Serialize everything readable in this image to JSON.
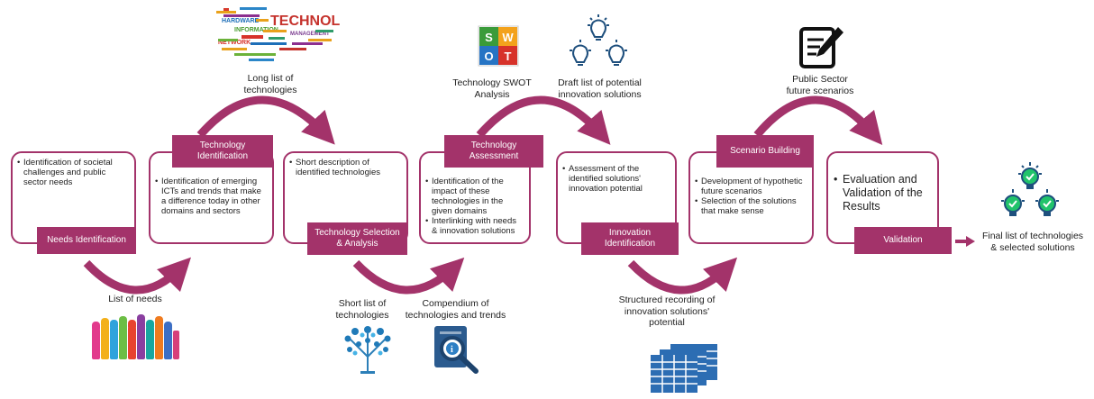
{
  "colors": {
    "accent": "#a3336a",
    "bulb": "#1e4f7d",
    "bulb_green": "#21c36b"
  },
  "stages": [
    {
      "label": "Needs Identification",
      "bullets": [
        "Identification of societal challenges and public sector needs"
      ]
    },
    {
      "label": "Technology\nIdentification",
      "bullets": [
        "Identification of emerging ICTs and trends that make a difference today in other domains and sectors"
      ]
    },
    {
      "label": "Technology Selection\n& Analysis",
      "bullets": [
        "Short description of identified technologies"
      ]
    },
    {
      "label": "Technology\nAssessment",
      "bullets": [
        "Identification of the impact of these technologies in the given domains",
        "Interlinking with needs & innovation solutions"
      ]
    },
    {
      "label": "Innovation\nIdentification",
      "bullets": [
        "Assessment of the identified solutions' innovation potential"
      ]
    },
    {
      "label": "Scenario Building",
      "bullets": [
        "Development of hypothetic future scenarios",
        "Selection of the solutions that make sense"
      ]
    },
    {
      "label": "Validation",
      "bullets": [
        "Evaluation and Validation of the Results"
      ]
    }
  ],
  "outputs": {
    "long_list": "Long list of\ntechnologies",
    "list_of_needs": "List of needs",
    "short_list": "Short list of\ntechnologies",
    "compendium": "Compendium of\ntechnologies and trends",
    "swot": "Technology SWOT\nAnalysis",
    "draft_list": "Draft list of potential\ninnovation solutions",
    "structured": "Structured recording of\ninnovation solutions'\npotential",
    "future_scenarios": "Public Sector\nfuture scenarios",
    "final_list": "Final list of technologies\n& selected solutions"
  },
  "word_cloud": {
    "main": "TECHNOLOGY",
    "minor": [
      "HARDWARE",
      "INFORMATION",
      "NETWORK",
      "MANAGEMENT"
    ]
  },
  "swot_letters": [
    "S",
    "W",
    "O",
    "T"
  ],
  "icons": [
    "word-cloud-icon",
    "raised-hands-icon",
    "tech-tree-icon",
    "magnifier-document-icon",
    "swot-icon",
    "lightbulbs-icon",
    "spreadsheet-icon",
    "pencil-notepad-icon",
    "green-lightbulbs-icon",
    "arrow-icon"
  ]
}
